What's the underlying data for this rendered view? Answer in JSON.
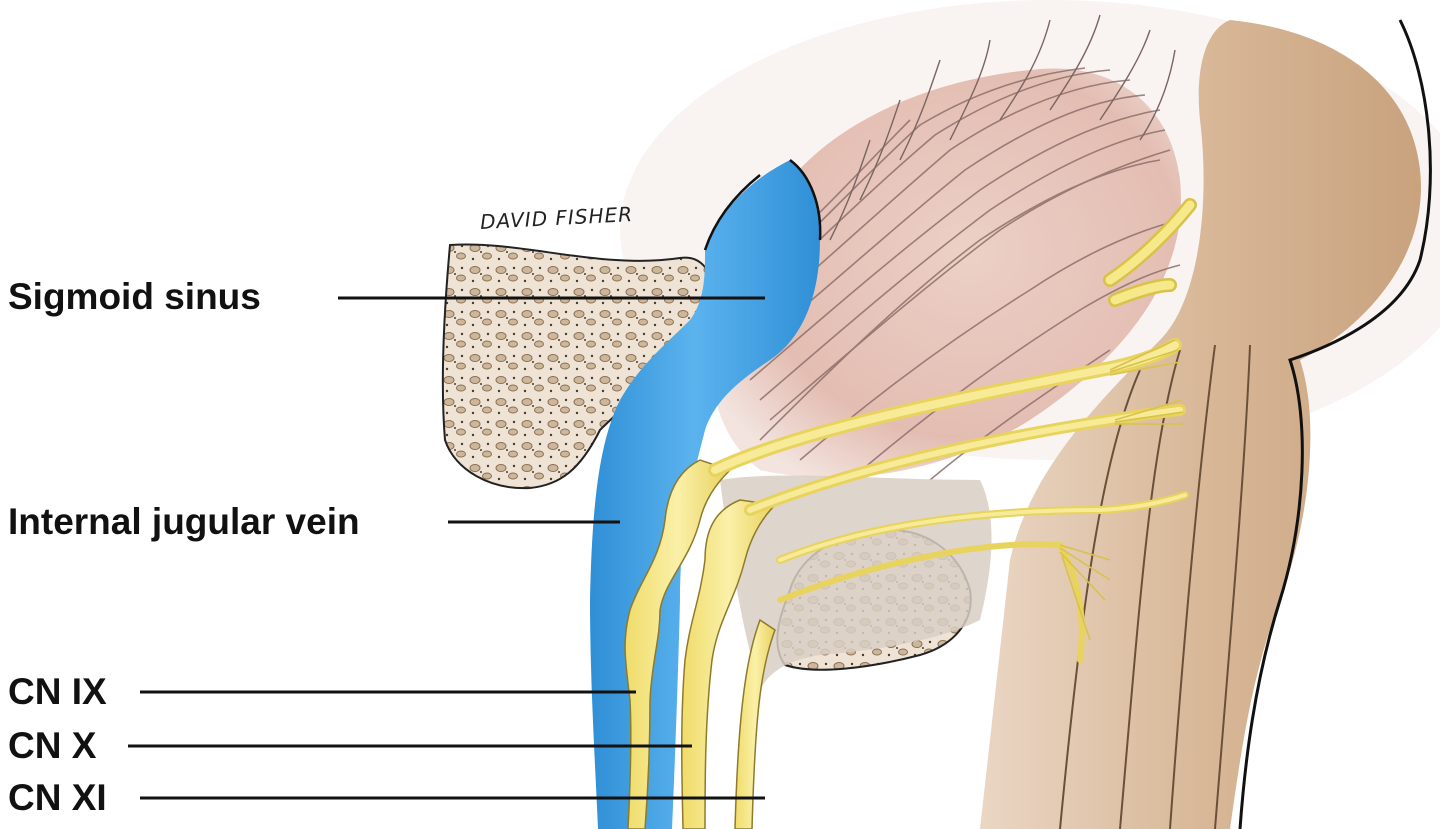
{
  "labels": {
    "sigmoid_sinus": "Sigmoid sinus",
    "internal_jugular_vein": "Internal jugular vein",
    "cn_ix": "CN IX",
    "cn_x": "CN X",
    "cn_xi": "CN XI"
  },
  "signature": "DAVID FISHER",
  "colors": {
    "vein_blue": "#3a9de0",
    "nerve_yellow": "#f3e27a",
    "cerebellum_pink": "#e8c6bd",
    "brainstem_tan": "#d9b999",
    "bone_beige": "#ebe0d0",
    "leader_line": "#111111"
  }
}
